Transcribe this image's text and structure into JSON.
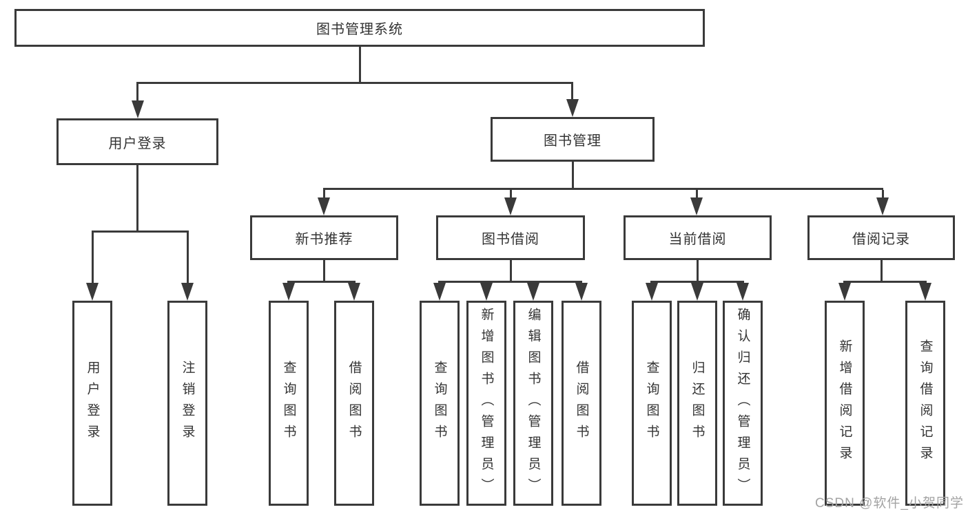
{
  "nodes": {
    "root": "图书管理系统",
    "user_login": "用户登录",
    "book_management": "图书管理",
    "new_book_recommend": "新书推荐",
    "book_borrow": "图书借阅",
    "current_borrow": "当前借阅",
    "borrow_records": "借阅记录"
  },
  "leaves": {
    "user_login": [
      "用户登录",
      "注销登录"
    ],
    "new_book_recommend": [
      "查询图书",
      "借阅图书"
    ],
    "book_borrow": [
      "查询图书",
      "新增图书（管理员）",
      "编辑图书（管理员）",
      "借阅图书"
    ],
    "current_borrow": [
      "查询图书",
      "归还图书",
      "确认归还（管理员）"
    ],
    "borrow_records": [
      "新增借阅记录",
      "查询借阅记录"
    ]
  },
  "watermark": "CSDN @软件_小贺同学",
  "colors": {
    "line": "#3a3a3a",
    "text": "#333333",
    "watermark": "#a3a3a3",
    "background": "#ffffff"
  }
}
